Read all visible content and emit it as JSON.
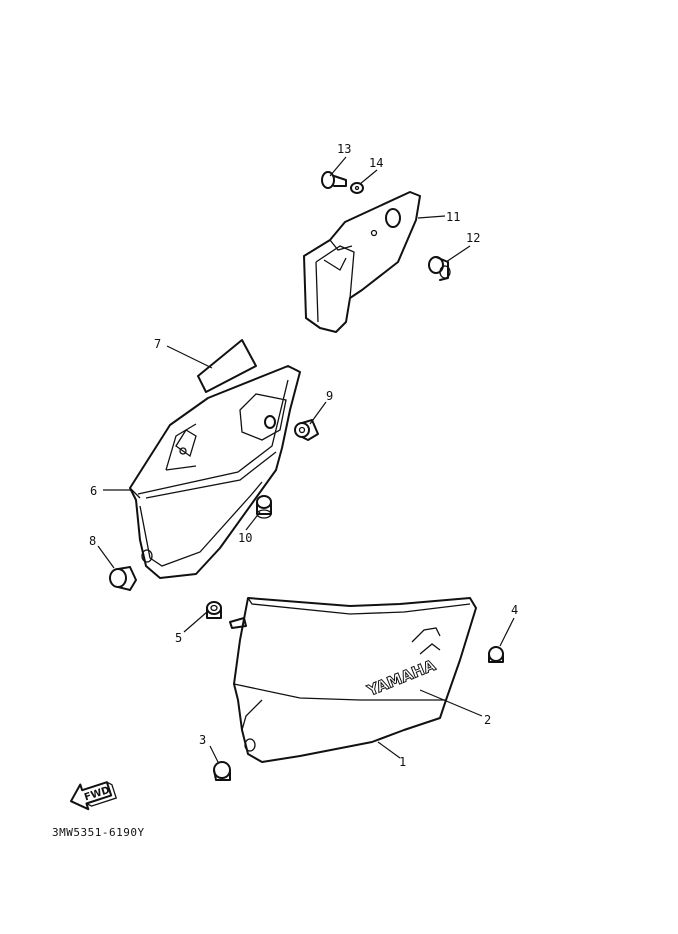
{
  "diagram": {
    "callouts": [
      "1",
      "2",
      "3",
      "4",
      "5",
      "6",
      "7",
      "8",
      "9",
      "10",
      "11",
      "12",
      "13",
      "14"
    ],
    "brand_text": "YAMAHA",
    "direction_label": "FWD",
    "drawing_code": "3MW5351-6190Y"
  }
}
